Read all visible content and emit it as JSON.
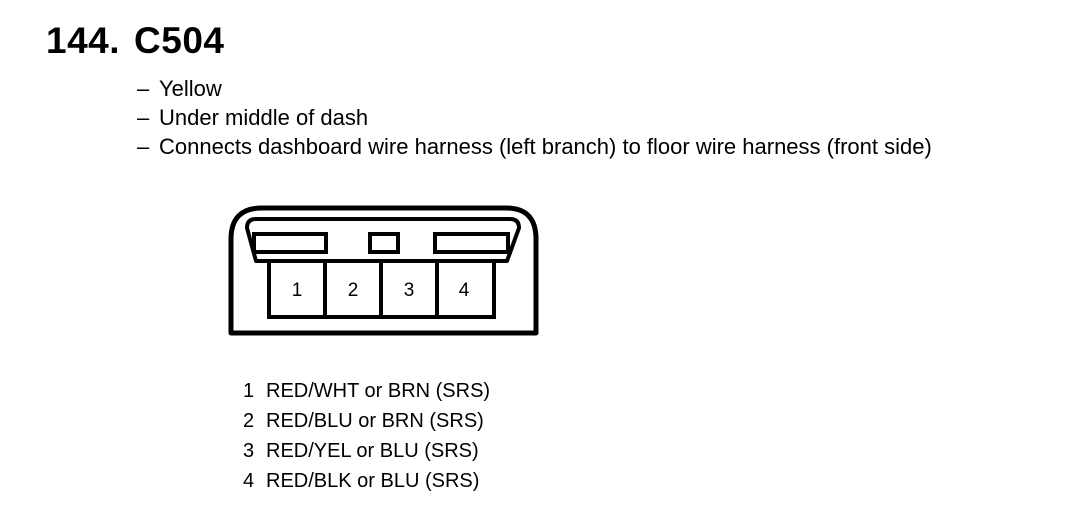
{
  "heading": {
    "number": "144.",
    "code": "C504"
  },
  "details": [
    {
      "dash": "–",
      "text": "Yellow"
    },
    {
      "dash": "–",
      "text": "Under middle of dash"
    },
    {
      "dash": "–",
      "text": "Connects dashboard wire harness (left branch) to floor wire harness (front side)"
    }
  ],
  "connector": {
    "pin_labels": [
      "1",
      "2",
      "3",
      "4"
    ]
  },
  "pins": [
    {
      "num": "1",
      "wire": "RED/WHT or BRN (SRS)"
    },
    {
      "num": "2",
      "wire": "RED/BLU or BRN (SRS)"
    },
    {
      "num": "3",
      "wire": "RED/YEL or BLU (SRS)"
    },
    {
      "num": "4",
      "wire": "RED/BLK or BLU (SRS)"
    }
  ]
}
